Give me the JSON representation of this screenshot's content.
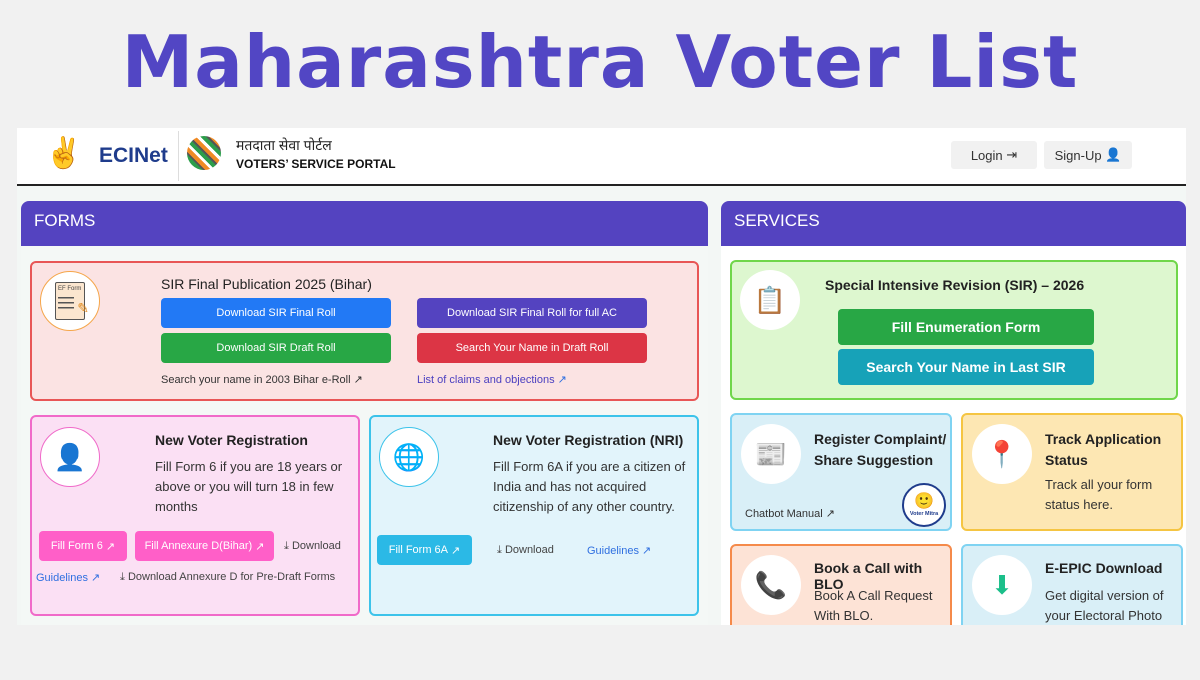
{
  "page_title": "Maharashtra Voter List",
  "header": {
    "brand": "ECINet",
    "portal_hindi": "मतदाता सेवा पोर्टल",
    "portal_en": "VOTERS’ SERVICE PORTAL",
    "login": "Login",
    "signup": "Sign-Up"
  },
  "forms": {
    "title": "FORMS",
    "sir": {
      "icon_text": "EF Form",
      "heading": "SIR Final Publication 2025 (Bihar)",
      "b1": "Download SIR Final Roll",
      "b2": "Download SIR Final Roll for full AC",
      "b3": "Download SIR Draft Roll",
      "b4": "Search Your Name in Draft Roll",
      "l1": "Search your name in 2003 Bihar e-Roll",
      "l2": "List of claims and objections"
    },
    "nvr": {
      "heading": "New Voter Registration",
      "text": "Fill Form 6 if you are 18 years or above or you will turn 18 in few months",
      "b1": "Fill Form 6",
      "b2": "Fill Annexure D(Bihar)",
      "download": "Download",
      "guidelines": "Guidelines",
      "annex": "Download Annexure D for Pre-Draft Forms"
    },
    "nri": {
      "heading": "New Voter Registration (NRI)",
      "text": "Fill Form 6A if you are a citizen of India and has not acquired citizenship of any other country.",
      "b1": "Fill Form 6A",
      "download": "Download",
      "guidelines": "Guidelines"
    }
  },
  "services": {
    "title": "SERVICES",
    "sir": {
      "heading": "Special Intensive Revision (SIR) – 2026",
      "b1": "Fill Enumeration Form",
      "b2": "Search Your Name in Last SIR"
    },
    "complaint": {
      "heading": "Register Complaint/ Share Suggestion",
      "link": "Chatbot Manual",
      "badge": "Voter Mitra"
    },
    "track": {
      "heading": "Track Application Status",
      "text": "Track all your form status here."
    },
    "blo": {
      "heading": "Book a Call with BLO",
      "text": "Book A Call Request With BLO."
    },
    "epic": {
      "heading": "E-EPIC Download",
      "text": "Get digital version of your Electoral Photo"
    }
  },
  "colors": {
    "purple": "#5443c0",
    "blue": "#2279f5",
    "green": "#28a745",
    "red": "#dc3545",
    "pink": "#ff5fc8",
    "cyan": "#2bb9e6",
    "teal": "#17a2b8"
  }
}
